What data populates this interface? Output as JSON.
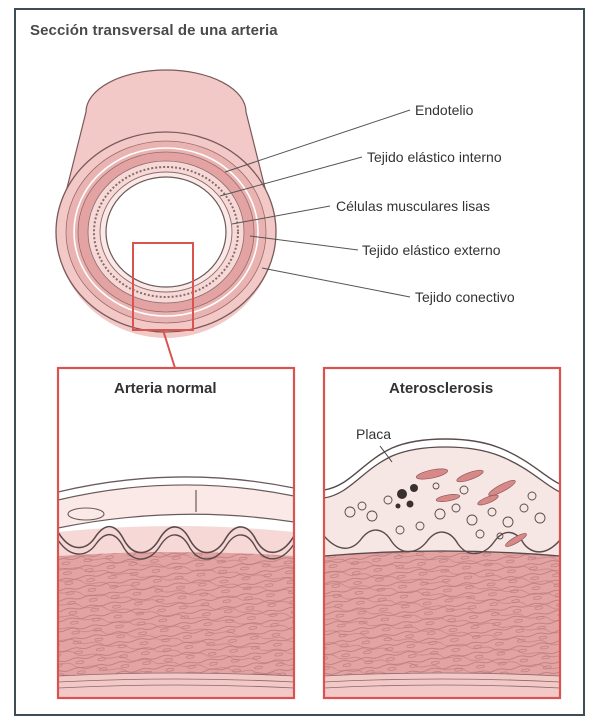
{
  "title": "Sección transversal de una arteria",
  "labels": {
    "endotelio": "Endotelio",
    "tejido_elastico_interno": "Tejido elástico interno",
    "celulas_musculares": "Células musculares lisas",
    "tejido_elastico_externo": "Tejido elástico externo",
    "tejido_conectivo": "Tejido conectivo"
  },
  "panels": {
    "normal_title": "Arteria normal",
    "atero_title": "Aterosclerosis",
    "placa_label": "Placa"
  },
  "colors": {
    "frame": "#3f4d57",
    "outer_tissue": "#f2c9c7",
    "muscle": "#e3a3a3",
    "highlight_red": "#d9534f",
    "muscle_dark": "#c98a8a",
    "endothelium": "#fbe9e7"
  }
}
